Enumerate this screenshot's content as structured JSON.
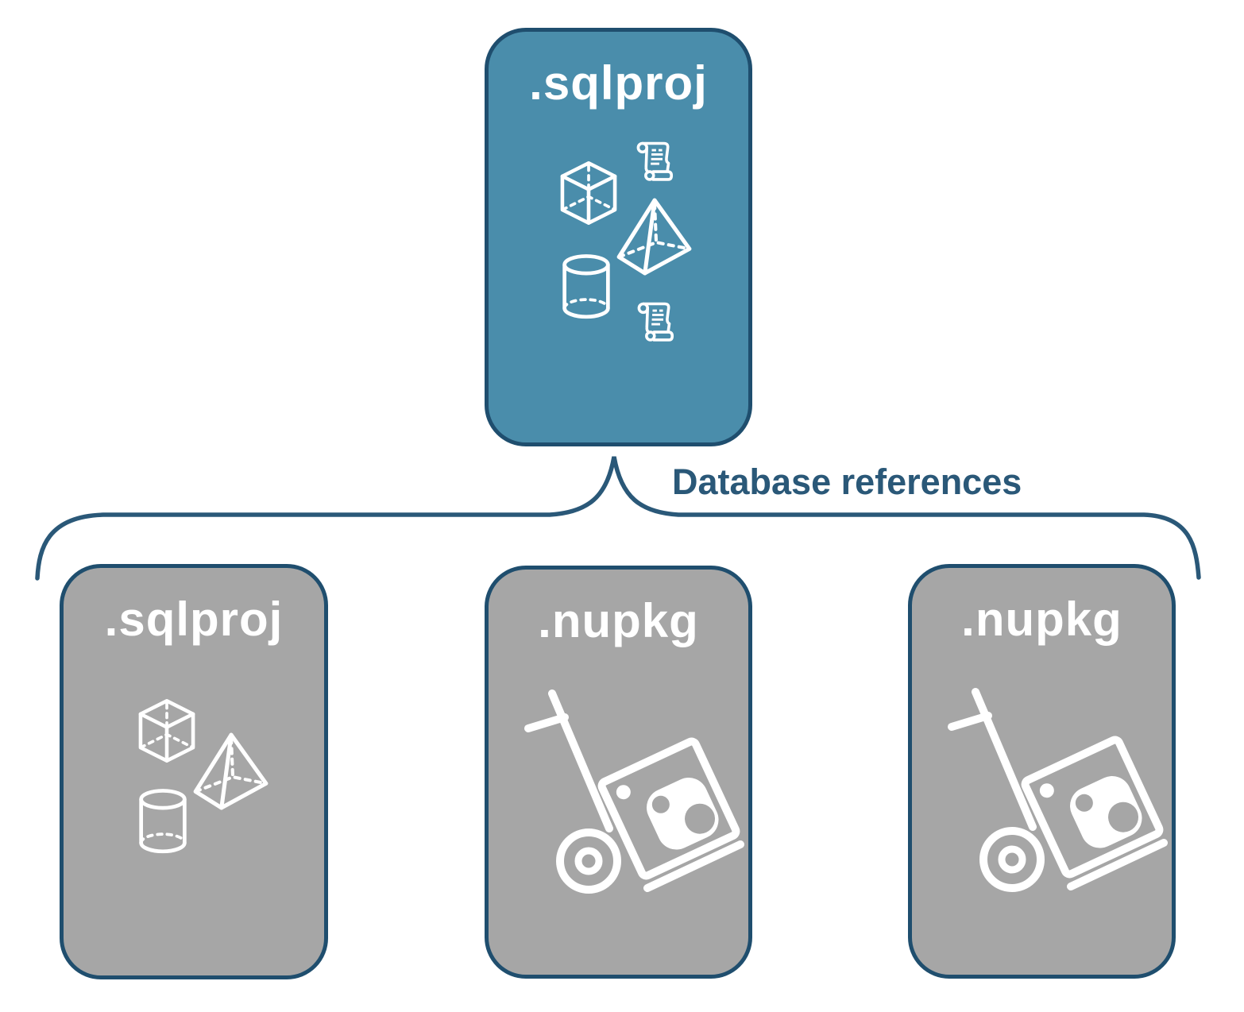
{
  "diagram": {
    "connector": {
      "label": "Database references",
      "type": "brace",
      "color": "#2A5878"
    },
    "colors": {
      "background": "#FFFFFF",
      "primary_card_fill": "#4A8DAB",
      "reference_card_fill": "#A6A6A6",
      "card_border": "#1F4E6E",
      "icon_stroke": "#FFFFFF",
      "title_text": "#FFFFFF"
    },
    "cards": [
      {
        "id": "root",
        "label": ".sqlproj",
        "role": "primary",
        "icons": [
          "scroll-icon",
          "cube-icon",
          "pyramid-icon",
          "cylinder-icon",
          "scroll-icon"
        ]
      },
      {
        "id": "sqlproj-ref",
        "label": ".sqlproj",
        "role": "reference",
        "icons": [
          "cube-icon",
          "pyramid-icon",
          "cylinder-icon"
        ]
      },
      {
        "id": "nupkg-ref-1",
        "label": ".nupkg",
        "role": "reference",
        "icons": [
          "nuget-dolly-icon"
        ]
      },
      {
        "id": "nupkg-ref-2",
        "label": ".nupkg",
        "role": "reference",
        "icons": [
          "nuget-dolly-icon"
        ]
      }
    ]
  }
}
